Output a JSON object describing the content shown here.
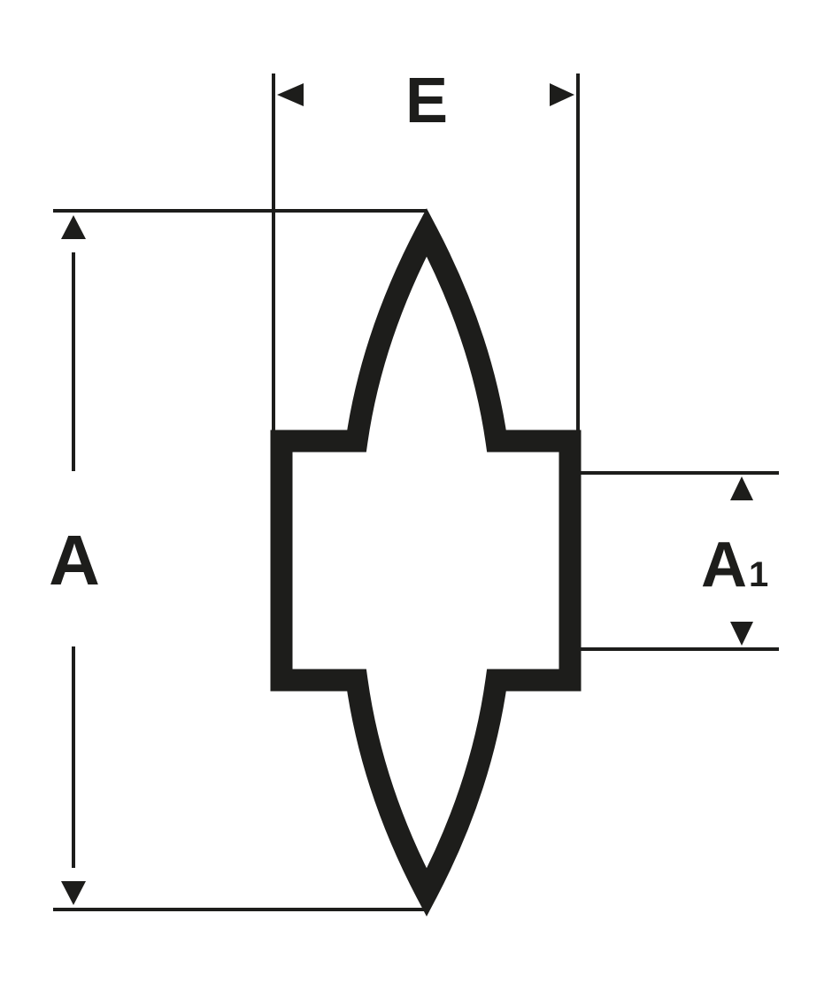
{
  "diagram": {
    "labels": {
      "width": "E",
      "height": "A",
      "inner_height_main": "A",
      "inner_height_sub": "1"
    },
    "colors": {
      "ink": "#1d1d1b",
      "background": "#ffffff"
    }
  }
}
